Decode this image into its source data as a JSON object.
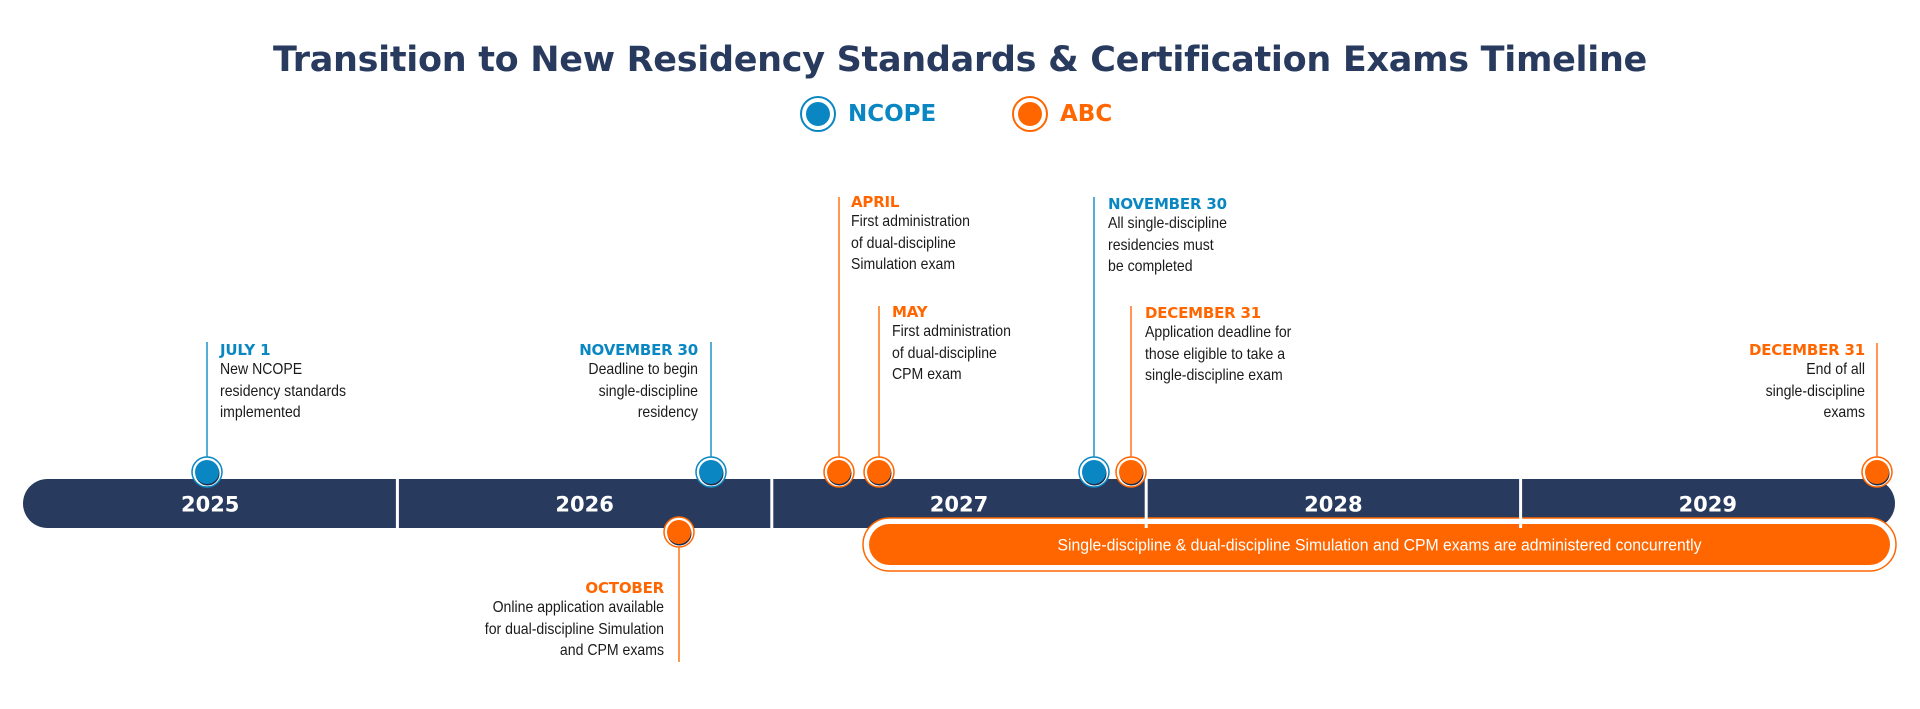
{
  "title": "Transition to New Residency Standards & Certification Exams Timeline",
  "colors": {
    "navy": "#283a5e",
    "ncope": "#0a87c2",
    "abc": "#ff6600",
    "white": "#ffffff"
  },
  "legend": [
    {
      "label": "NCOPE",
      "org": "ncope"
    },
    {
      "label": "ABC",
      "org": "abc"
    }
  ],
  "years": [
    "2025",
    "2026",
    "2027",
    "2028",
    "2029"
  ],
  "events": [
    {
      "org": "ncope",
      "year": "2025",
      "date": "JULY 1",
      "description": "New NCOPE\nresidency standards\nimplemented"
    },
    {
      "org": "ncope",
      "year": "2026",
      "date": "NOVEMBER 30",
      "description": "Deadline to begin\nsingle-discipline\nresidency"
    },
    {
      "org": "abc",
      "year": "2026",
      "date": "OCTOBER",
      "description": "Online application available\nfor dual-discipline Simulation\nand CPM exams"
    },
    {
      "org": "abc",
      "year": "2027",
      "date": "APRIL",
      "description": "First administration\nof dual-discipline\nSimulation exam"
    },
    {
      "org": "abc",
      "year": "2027",
      "date": "MAY",
      "description": "First administration\nof dual-discipline\nCPM exam"
    },
    {
      "org": "ncope",
      "year": "2027",
      "date": "NOVEMBER 30",
      "description": "All single-discipline\nresidencies must\nbe completed"
    },
    {
      "org": "abc",
      "year": "2027",
      "date": "DECEMBER 31",
      "description": "Application deadline for\nthose eligible to take a\nsingle-discipline exam"
    },
    {
      "org": "abc",
      "year": "2029",
      "date": "DECEMBER 31",
      "description": "End of all\nsingle-discipline\nexams"
    }
  ],
  "concurrent_period": {
    "org": "abc",
    "start": "2027 MAY",
    "end": "2029 DECEMBER 31",
    "label": "Single-discipline & dual-discipline Simulation and CPM exams are administered concurrently"
  }
}
